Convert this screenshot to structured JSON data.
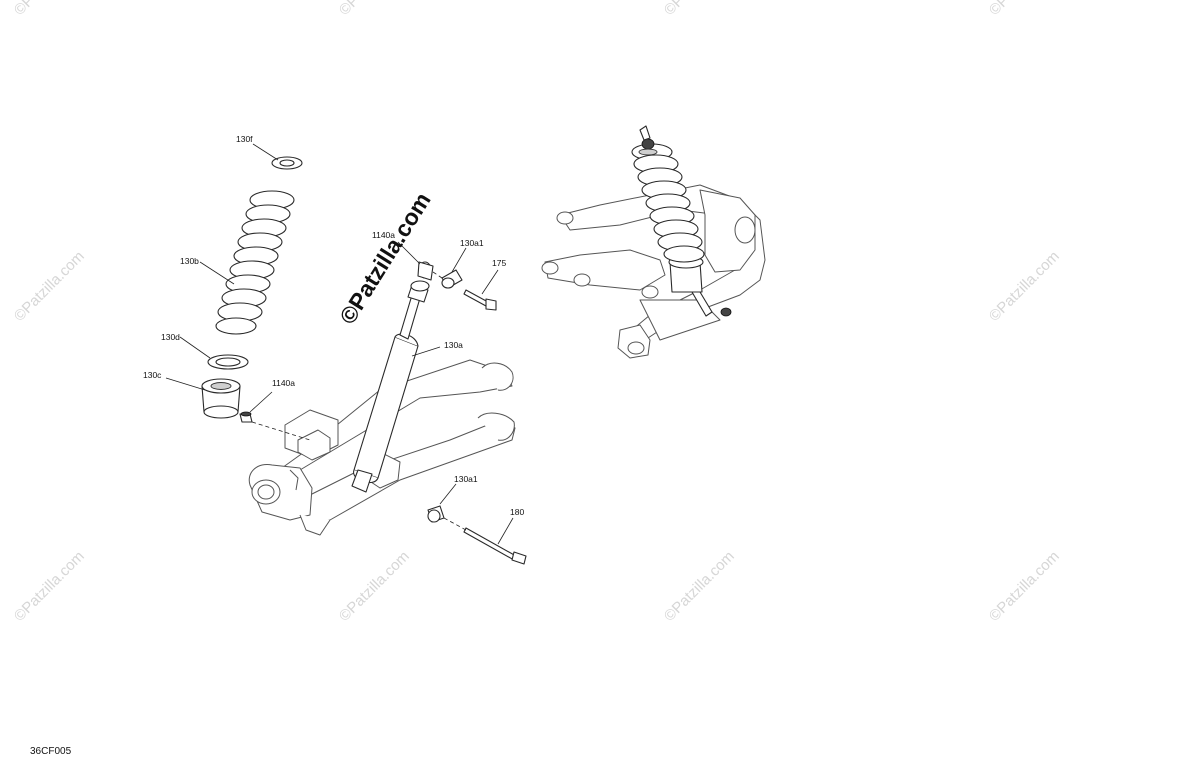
{
  "callouts": {
    "c130f": "130f",
    "c130b": "130b",
    "c130d": "130d",
    "c130c": "130c",
    "c1140a_top": "1140a",
    "c130a1_top": "130a1",
    "c175": "175",
    "c130a": "130a",
    "c1140a_left": "1140a",
    "c130a1_bottom": "130a1",
    "c180": "180"
  },
  "watermark": {
    "small": "©Patzilla.com",
    "large": "©Patzilla.com"
  },
  "figure_code": "36CF005"
}
